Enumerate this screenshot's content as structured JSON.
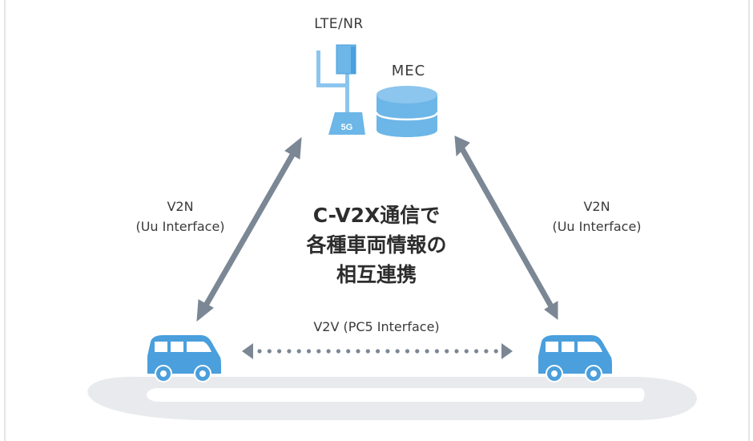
{
  "diagram": {
    "title_lines": [
      "C-V2X通信で",
      "各種車両情報の",
      "相互連携"
    ],
    "base_station": {
      "label": "LTE/NR",
      "badge": "5G",
      "icon": "cell-tower-icon"
    },
    "edge_server": {
      "label": "MEC",
      "icon": "database-icon"
    },
    "links": {
      "left": {
        "line1": "V2N",
        "line2": "(Uu Interface)"
      },
      "right": {
        "line1": "V2N",
        "line2": "(Uu Interface)"
      },
      "bottom": {
        "label": "V2V (PC5 Interface)"
      }
    },
    "vehicles": [
      {
        "name": "left-vehicle",
        "icon": "van-icon"
      },
      {
        "name": "right-vehicle",
        "icon": "van-icon"
      }
    ],
    "colors": {
      "accent_blue": "#4a9fdc",
      "light_blue": "#6cb6e8",
      "arrow_gray": "#7b8794",
      "road_gray": "#e9eaed",
      "text": "#333333"
    }
  }
}
